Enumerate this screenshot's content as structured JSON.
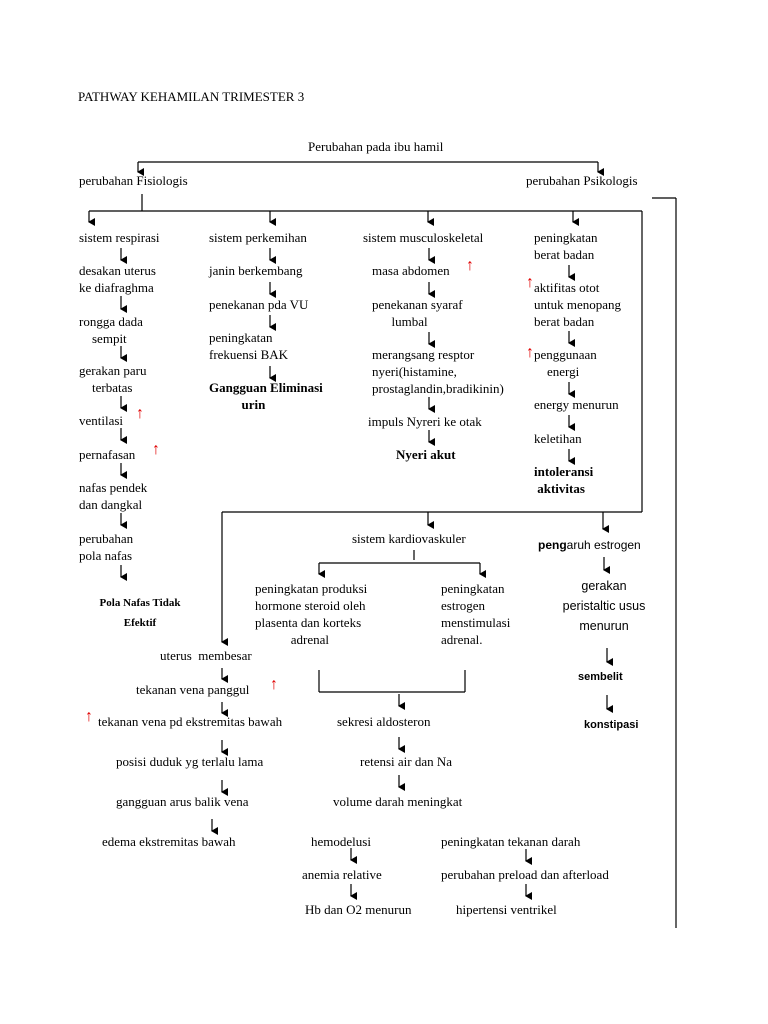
{
  "title": "PATHWAY KEHAMILAN TRIMESTER 3",
  "root": "Perubahan pada ibu hamil",
  "fisiologis": "perubahan Fisiologis",
  "psikologis": "perubahan Psikologis",
  "respirasi": {
    "head": "sistem respirasi",
    "s1": "desakan uterus\nke diafraghma",
    "s2": "rongga dada\n    sempit",
    "s3": "gerakan paru\n    terbatas",
    "s4": "ventilasi",
    "s5": "pernafasan",
    "s6": "nafas pendek\ndan dangkal",
    "s7": "perubahan\npola nafas",
    "result": "Pola Nafas Tidak\nEfektif"
  },
  "perkemihan": {
    "head": "sistem perkemihan",
    "s1": "janin berkembang",
    "s2": "penekanan pda VU",
    "s3": "peningkatan\nfrekuensi BAK",
    "result": "Gangguan Eliminasi\n          urin"
  },
  "musculo": {
    "head": "sistem musculoskeletal",
    "s1": "masa abdomen",
    "s2": "penekanan syaraf\n      lumbal",
    "s3": "merangsang resptor\nnyeri(histamine,\nprostaglandin,bradikinin)",
    "s4": "impuls Nyreri ke otak",
    "result": "Nyeri akut"
  },
  "berat": {
    "head": "peningkatan\nberat badan",
    "s1": "aktifitas otot\nuntuk menopang\nberat badan",
    "s2": "penggunaan\n    energi",
    "s3": "energy menurun",
    "s4": "keletihan",
    "result": "intoleransi\n aktivitas"
  },
  "kardio": {
    "head": "sistem kardiovaskuler",
    "left": "peningkatan produksi\nhormone steroid oleh\nplasenta dan korteks\n           adrenal",
    "right": "peningkatan\nestrogen\nmenstimulasi\nadrenal.",
    "s1": "sekresi aldosteron",
    "s2": "retensi air dan Na",
    "s3": "volume darah meningkat",
    "hemo": "hemodelusi",
    "anemia": "anemia relative",
    "hb": "Hb dan O2 menurun",
    "td": "peningkatan tekanan darah",
    "preload": "perubahan preload dan afterload",
    "hipertensi": "hipertensi ventrikel"
  },
  "uterus": {
    "s1": "uterus  membesar",
    "s2": "tekanan vena panggul",
    "s3": "tekanan vena pd ekstremitas bawah",
    "s4": "posisi duduk yg terlalu lama",
    "s5": "gangguan arus balik vena",
    "s6": "edema ekstremitas bawah"
  },
  "estrogen": {
    "head_a": "peng",
    "head_b": "aruh estrogen",
    "s1": "gerakan\nperistaltic usus\nmenurun",
    "s2": "sembelit",
    "result": "konstipasi"
  },
  "up_arrow": "↑",
  "colors": {
    "line": "#000000",
    "increase": "#e00000"
  }
}
